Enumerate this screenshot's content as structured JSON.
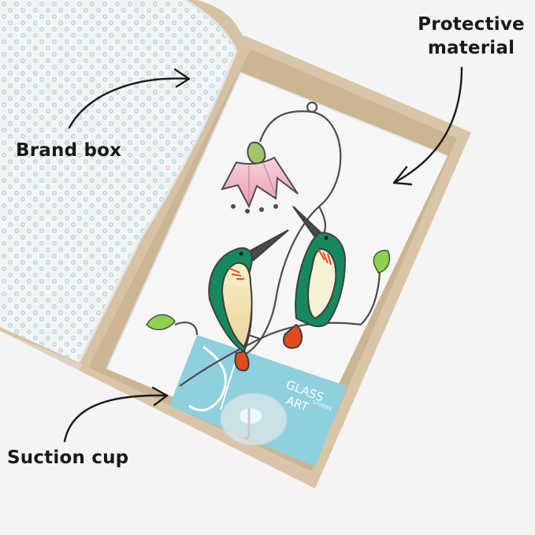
{
  "callouts": {
    "protective_line1": "Protective",
    "protective_line2": "material",
    "brand_box": "Brand box",
    "suction_cup": "Suction cup"
  },
  "card": {
    "line1": "GLASS",
    "line2": "ART",
    "line3": "STORIES"
  },
  "colors": {
    "background": "#f4f4f3",
    "cardboard": "#d6c3a5",
    "foam": "#f5f5f5",
    "hummingbird_green": "#17895f",
    "flower_pink": "#efb7c6",
    "card_blue": "#8fd0de",
    "beak_orange": "#e24b1c"
  }
}
